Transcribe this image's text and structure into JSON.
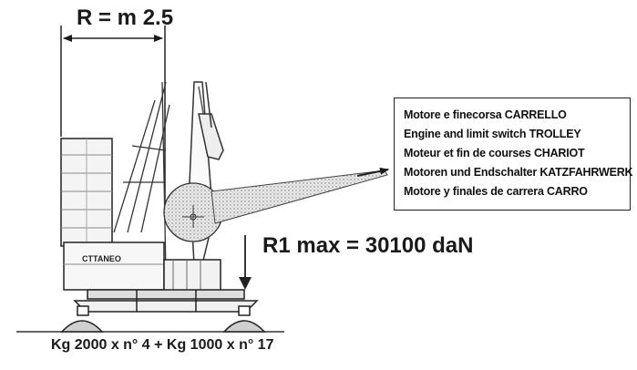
{
  "annotations": {
    "radius_label": "R = m 2.5",
    "reaction_label": "R1 max = 30100 daN",
    "ballast_caption": "Kg 2000 x n° 4 + Kg 1000 x n° 17",
    "brand_logo_text": "CTTANEO"
  },
  "legend": {
    "lines": [
      "Motore e finecorsa CARRELLO",
      "Engine and limit switch TROLLEY",
      "Moteur et fin de courses CHARIOT",
      "Motoren und Endschalter KATZFAHRWERK",
      "Motore y finales de carrera CARRO"
    ]
  },
  "icons": [
    "callout-arrow-icon",
    "downward-force-arrow-icon",
    "dimension-arrows-icon"
  ],
  "colors": {
    "ink": "#1a1a1a",
    "paper": "#ffffff",
    "shade": "#dcdcdc"
  }
}
